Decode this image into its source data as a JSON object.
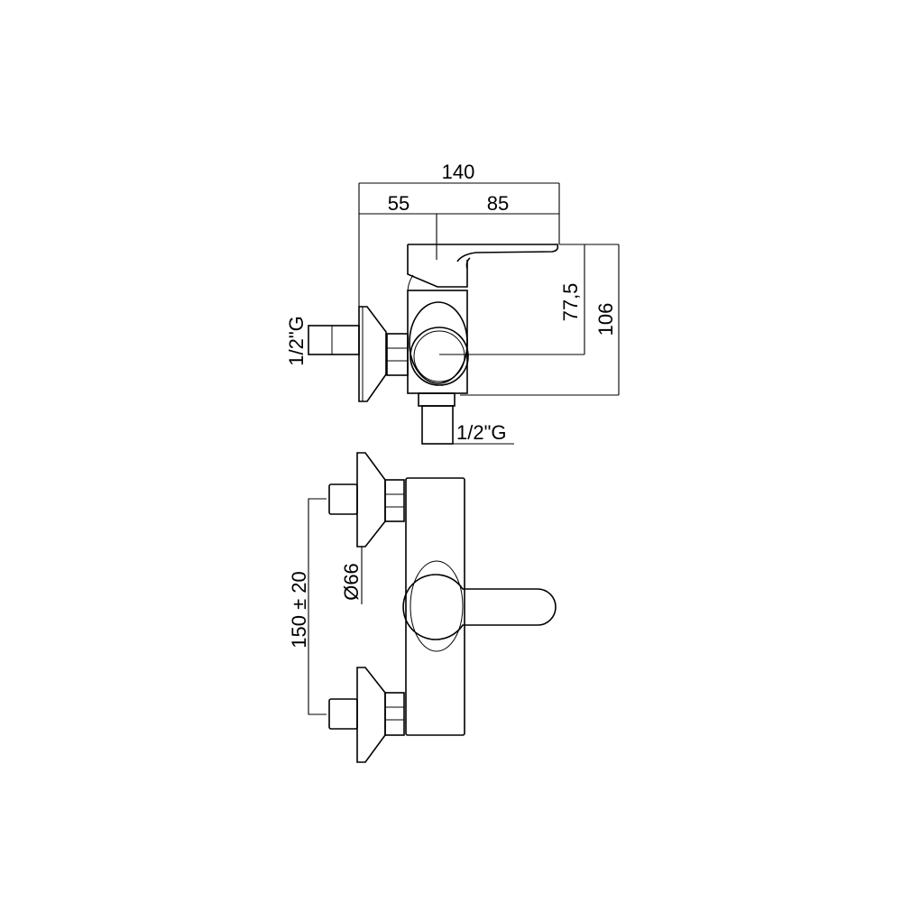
{
  "side_view": {
    "dim_total_width": "140",
    "dim_wall_offset": "55",
    "dim_handle_reach": "85",
    "dim_outlet_height": "77,5",
    "dim_total_height": "106",
    "inlet_thread": "1/2\"G",
    "outlet_thread": "1/2\"G"
  },
  "front_view": {
    "dim_inlet_spacing": "150 ± 20",
    "dim_flange_diameter": "Ø66"
  }
}
